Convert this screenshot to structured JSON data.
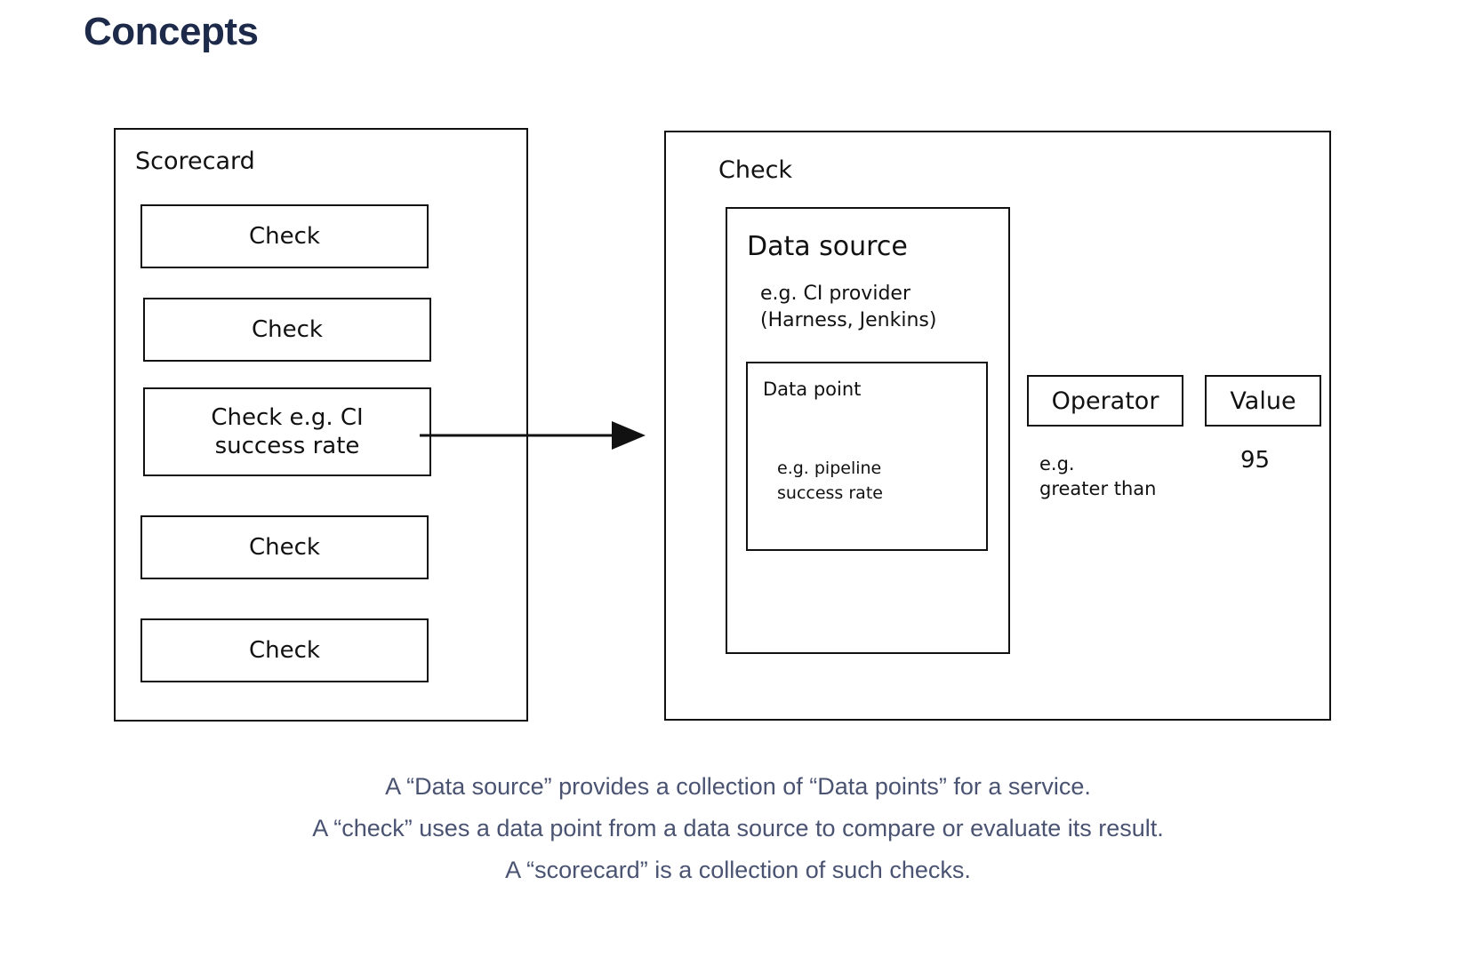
{
  "page": {
    "title": "Concepts",
    "title_color": "#1e2a4a",
    "background": "#ffffff",
    "stroke_color": "#111111"
  },
  "scorecard": {
    "label": "Scorecard",
    "checks": [
      {
        "label": "Check"
      },
      {
        "label": "Check"
      },
      {
        "label": "Check e.g. CI\nsuccess rate"
      },
      {
        "label": "Check"
      },
      {
        "label": "Check"
      }
    ]
  },
  "arrow": {
    "icon": "arrow-right-icon",
    "from": "scorecard-check-3",
    "to": "check-detail"
  },
  "check": {
    "label": "Check",
    "data_source": {
      "title": "Data source",
      "example": "e.g. CI provider\n(Harness, Jenkins)",
      "data_point": {
        "title": "Data point",
        "example": "e.g. pipeline\nsuccess rate"
      }
    },
    "operator": {
      "label": "Operator",
      "example": "e.g.\ngreater than"
    },
    "value": {
      "label": "Value",
      "number": "95"
    }
  },
  "caption": {
    "color": "#4a5472",
    "lines": [
      "A “Data source” provides a collection of “Data points” for a service.",
      "A “check” uses a data point from a data source to compare or evaluate its result.",
      "A “scorecard” is a collection of such checks."
    ]
  }
}
